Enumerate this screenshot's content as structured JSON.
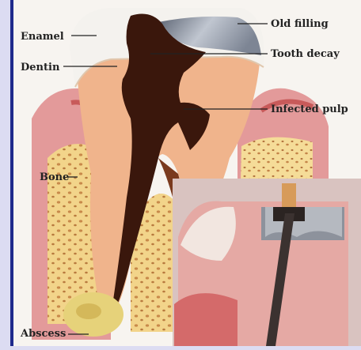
{
  "labels": {
    "enamel": "Enamel",
    "dentin": "Dentin",
    "bone": "Bone",
    "abscess": "Abscess",
    "old_filling": "Old filling",
    "tooth_decay": "Tooth decay",
    "infected_pulp": "Infected pulp"
  },
  "colors": {
    "frame": "#1f2a8c",
    "page": "#dcdcf2",
    "enamel": "#f4f2ee",
    "dentin": "#f0b48c",
    "decay": "#3a170c",
    "filling": "#9aa2b0",
    "gum": "#e39a9a",
    "bone": "#f2d48a",
    "abscess": "#e6d27a"
  }
}
